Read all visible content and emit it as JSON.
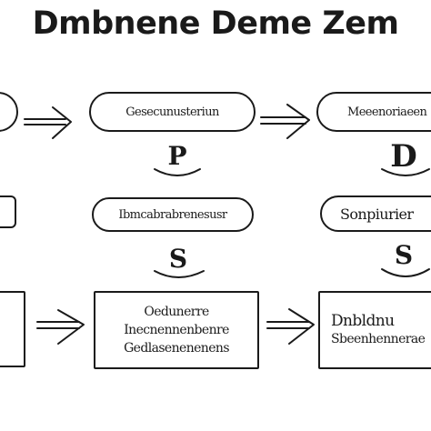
{
  "title": "Dmbnene Deme Zem",
  "row1": {
    "pill_center": "Gesecunusteriun",
    "pill_right": "Meeenoriaeen",
    "glyph_center": "P",
    "glyph_right": "D"
  },
  "row2": {
    "pill_center": "Ibmcabrabrenesusr",
    "pill_right": "Sonpiurier",
    "glyph_center": "S",
    "glyph_right": "S"
  },
  "row3": {
    "box_center_lines": [
      "Oedunerre",
      "Inecnennenbenre",
      "Gedlasenenenens"
    ],
    "box_right_lines": [
      "Dnbldnu",
      "Sbeenhennerae"
    ]
  },
  "colors": {
    "ink": "#1a1a1a",
    "background": "#ffffff"
  }
}
